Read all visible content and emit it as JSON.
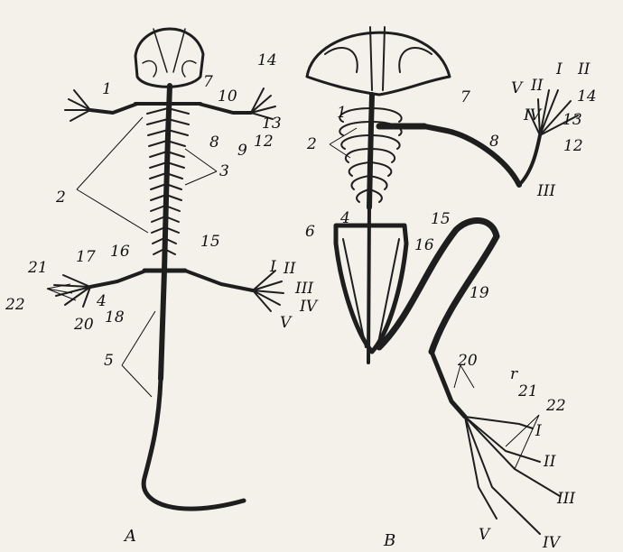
{
  "figure": {
    "panels": [
      {
        "id": "A",
        "caption": "A",
        "labels": [
          "1",
          "2",
          "3",
          "4",
          "5",
          "7",
          "8",
          "9",
          "10",
          "12",
          "13",
          "14",
          "15",
          "16",
          "17",
          "18",
          "20",
          "21",
          "22",
          "I",
          "II",
          "III",
          "IV",
          "V"
        ]
      },
      {
        "id": "B",
        "caption": "B",
        "labels": [
          "1",
          "2",
          "4",
          "6",
          "7",
          "8",
          "12",
          "13",
          "14",
          "15",
          "16",
          "19",
          "20",
          "r",
          "21",
          "22",
          "I",
          "II",
          "III",
          "IV",
          "V",
          "II",
          "I",
          "II",
          "III",
          "IV",
          "V"
        ]
      }
    ]
  }
}
